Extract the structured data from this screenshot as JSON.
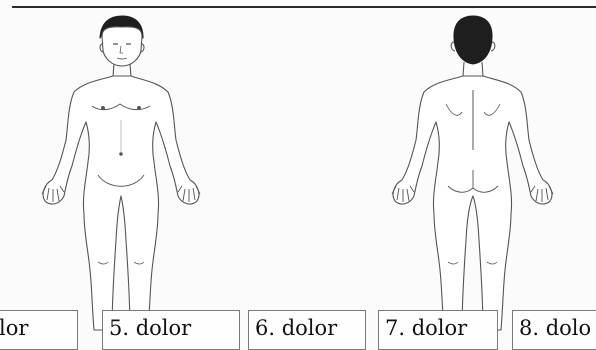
{
  "labels": [
    "lor",
    "5. dolor",
    "6. dolor",
    "7. dolor",
    "8. dolo"
  ]
}
